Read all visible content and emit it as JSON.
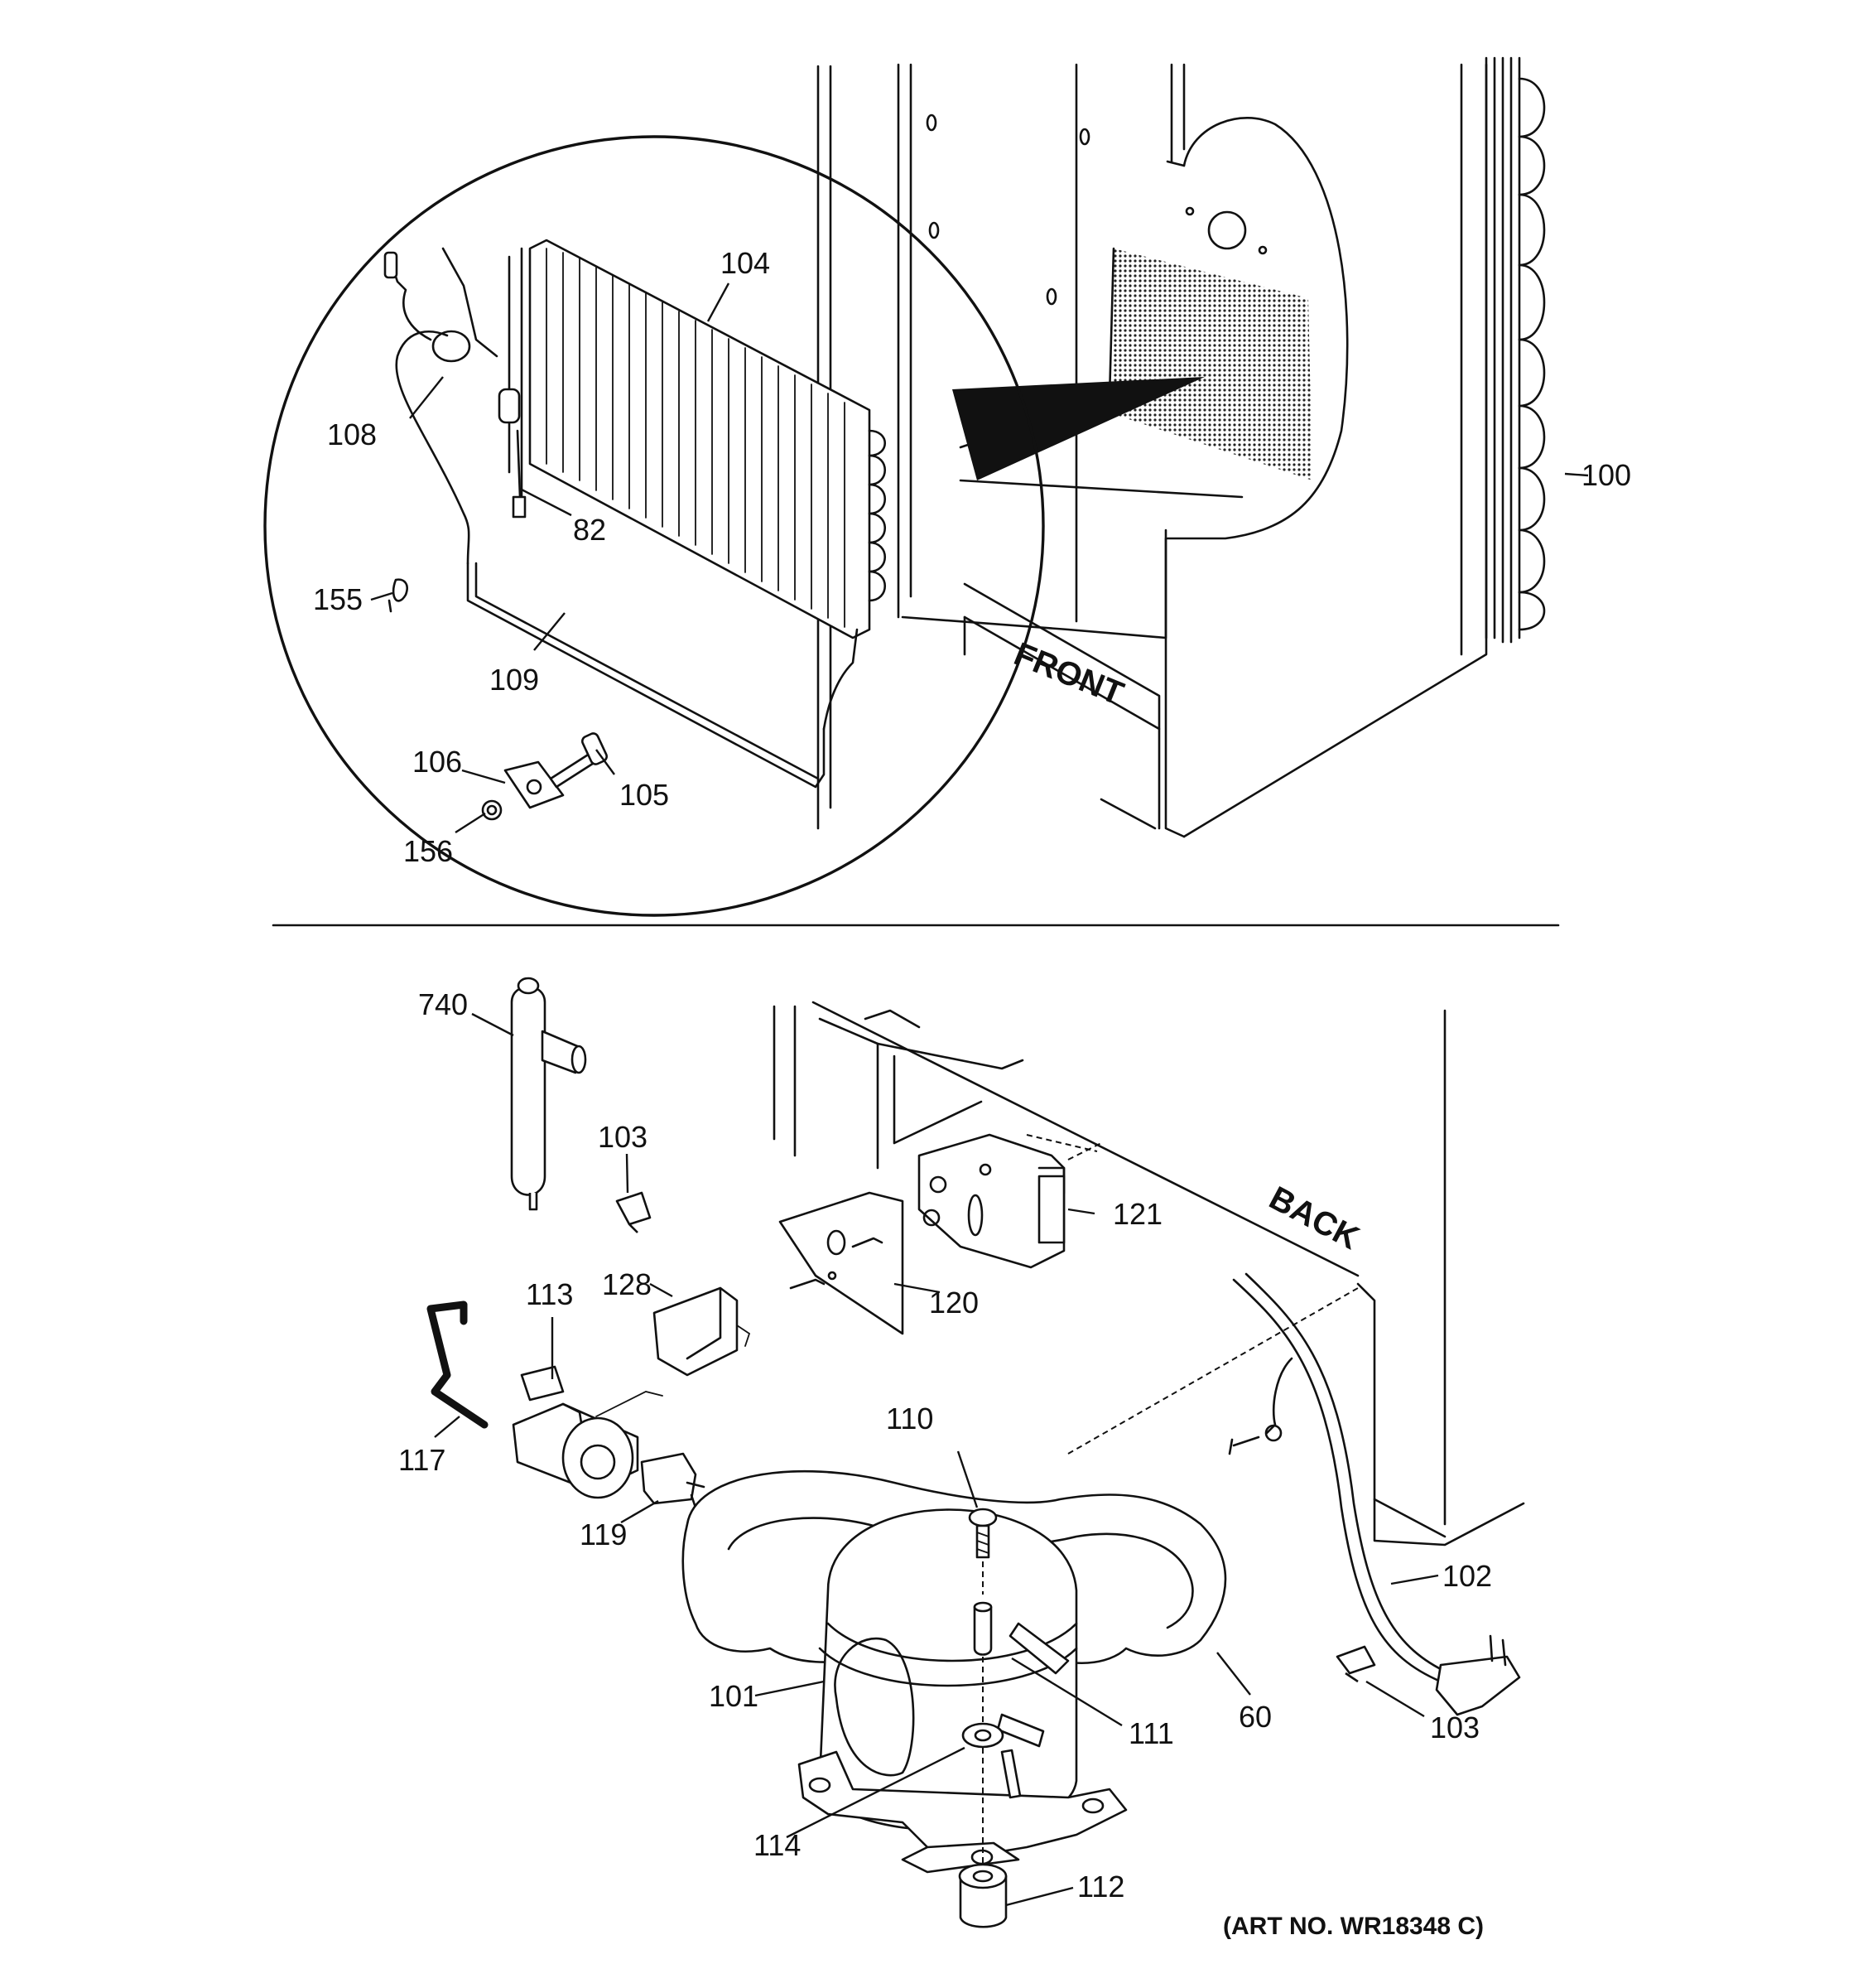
{
  "labels": {
    "front": "FRONT",
    "back": "BACK",
    "art_no": "(ART NO. WR18348 C)"
  },
  "callouts": {
    "c100": "100",
    "c104": "104",
    "c108": "108",
    "c82": "82",
    "c155": "155",
    "c109": "109",
    "c106": "106",
    "c105": "105",
    "c156": "156",
    "c740": "740",
    "c103a": "103",
    "c121": "121",
    "c113": "113",
    "c128": "128",
    "c120": "120",
    "c117": "117",
    "c119": "119",
    "c110": "110",
    "c102": "102",
    "c101": "101",
    "c111": "111",
    "c60": "60",
    "c103b": "103",
    "c114": "114",
    "c112": "112"
  }
}
